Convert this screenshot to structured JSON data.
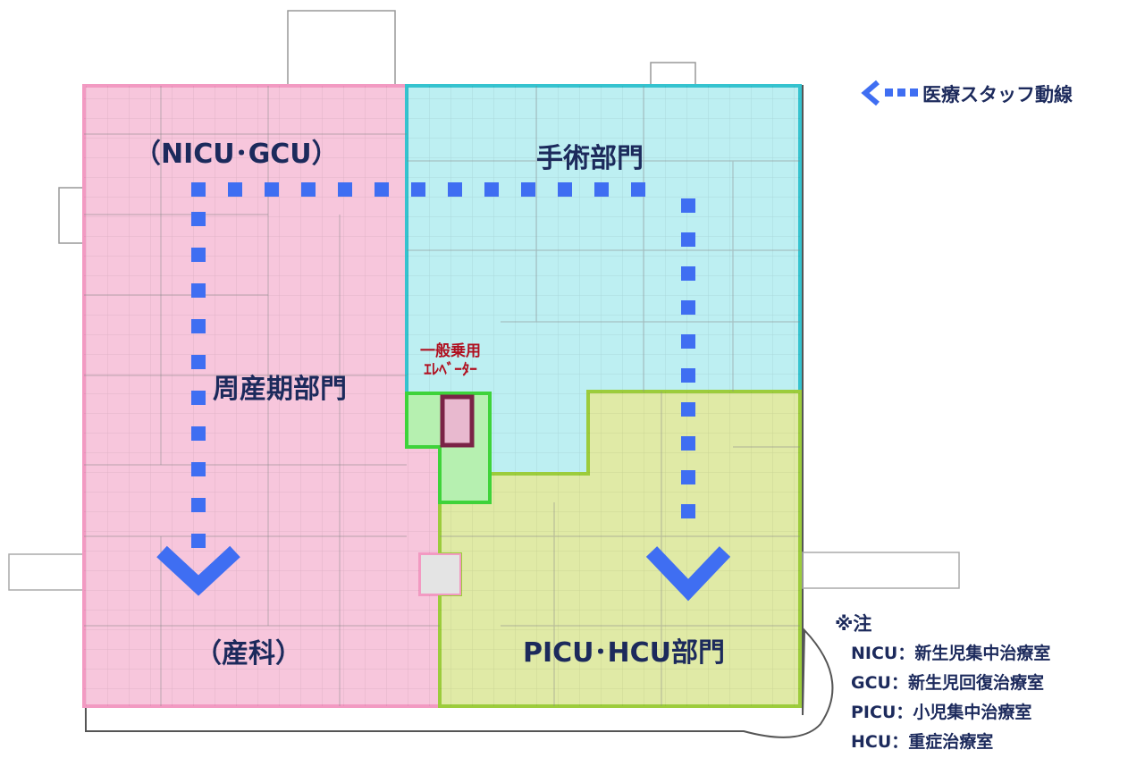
{
  "legend": {
    "label": "医療スタッフ動線",
    "icon": "arrow-left-dotted-icon",
    "color": "#3f6ef2"
  },
  "zones": [
    {
      "id": "perinatal",
      "color": "#f7c6dc",
      "border": "#f29ac2"
    },
    {
      "id": "surgery",
      "color": "#bdeff2",
      "border": "#35c3cf"
    },
    {
      "id": "picu",
      "color": "#e0eaa6",
      "border": "#9ccc3c"
    },
    {
      "id": "elevator",
      "color": "#e8b9cf",
      "border": "#7a2346"
    },
    {
      "id": "elevator-hall",
      "color": "#b6f0b0",
      "border": "#3ed33a"
    }
  ],
  "labels": {
    "nicu_gcu": "（NICU･GCU）",
    "surgery": "手術部門",
    "perinatal": "周産期部門",
    "obstetrics": "（産科）",
    "picu_hcu": "PICU･HCU部門",
    "elevator_line1": "一般乗用",
    "elevator_line2": "ｴﾚﾍﾞｰﾀｰ"
  },
  "notes": {
    "heading": "※注",
    "items": [
      "NICU：新生児集中治療室",
      "GCU：新生児回復治療室",
      "PICU：小児集中治療室",
      "HCU：重症治療室"
    ]
  }
}
